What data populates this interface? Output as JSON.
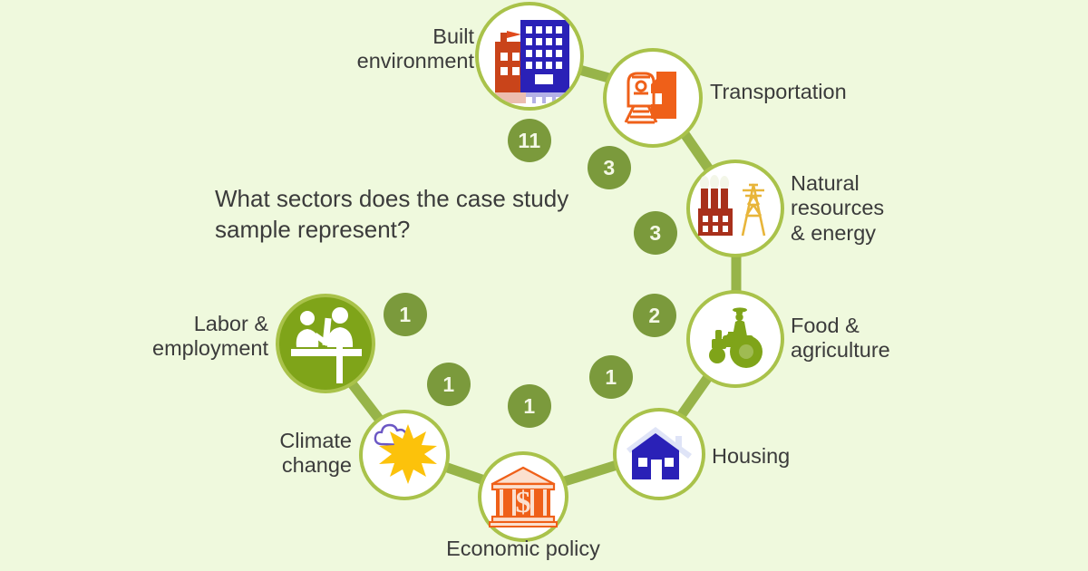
{
  "background_color": "#eff9dd",
  "accent_green": "#7b9a3c",
  "ring_green": "#a9c24a",
  "question": "What sectors does the case study\nsample represent?",
  "nodes": [
    {
      "id": "built-environment",
      "label": "Built\nenvironment",
      "icon": "building-icon",
      "count": "11",
      "label_side": "left"
    },
    {
      "id": "transportation",
      "label": "Transportation",
      "icon": "train-icon",
      "count": "3",
      "label_side": "right"
    },
    {
      "id": "natural-resources-energy",
      "label": "Natural\nresources\n& energy",
      "icon": "factory-powerline-icon",
      "count": "3",
      "label_side": "right"
    },
    {
      "id": "food-agriculture",
      "label": "Food &\nagriculture",
      "icon": "tractor-icon",
      "count": "2",
      "label_side": "right"
    },
    {
      "id": "housing",
      "label": "Housing",
      "icon": "house-icon",
      "count": "1",
      "label_side": "right"
    },
    {
      "id": "economic-policy",
      "label": "Economic policy",
      "icon": "bank-dollar-icon",
      "count": "1",
      "label_side": "bottom"
    },
    {
      "id": "climate-change",
      "label": "Climate\nchange",
      "icon": "sun-cloud-icon",
      "count": "1",
      "label_side": "left"
    },
    {
      "id": "labor-employment",
      "label": "Labor &\nemployment",
      "icon": "workers-desk-icon",
      "count": "1",
      "label_side": "left"
    }
  ],
  "badges": [
    {
      "value": "11",
      "for": "built-environment"
    },
    {
      "value": "3",
      "for": "transportation"
    },
    {
      "value": "3",
      "for": "natural-resources-energy"
    },
    {
      "value": "2",
      "for": "food-agriculture"
    },
    {
      "value": "1",
      "for": "housing"
    },
    {
      "value": "1",
      "for": "economic-policy"
    },
    {
      "value": "1",
      "for": "climate-change"
    },
    {
      "value": "1",
      "for": "labor-employment"
    }
  ],
  "labels": {
    "built_environment": "Built\nenvironment",
    "transportation": "Transportation",
    "natural_resources": "Natural\nresources\n& energy",
    "food_agriculture": "Food &\nagriculture",
    "housing": "Housing",
    "economic_policy": "Economic policy",
    "climate_change": "Climate\nchange",
    "labor_employment": "Labor &\nemployment"
  },
  "counts": {
    "built_environment": "11",
    "transportation": "3",
    "natural_resources": "3",
    "food_agriculture": "2",
    "housing": "1",
    "economic_policy": "1",
    "climate_change": "1",
    "labor_employment": "1"
  }
}
